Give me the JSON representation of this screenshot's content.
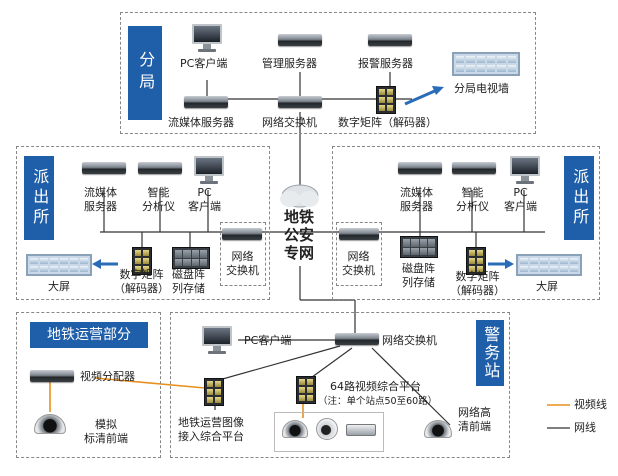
{
  "colors": {
    "section_label_bg": "#1f5ea8",
    "video_line": "#e8901e",
    "net_line": "#333333",
    "arrow": "#2a6cb8"
  },
  "branch": {
    "label": "分局",
    "pc": "PC客户端",
    "mgmt_server": "管理服务器",
    "alarm_server": "报警服务器",
    "tv_wall": "分局电视墙",
    "media_server": "流媒体服务器",
    "switch": "网络交换机",
    "matrix": "数字矩阵（解码器）"
  },
  "police_left": {
    "label": "派出所",
    "media_server": "流媒体\n服务器",
    "analyzer": "智能\n分析仪",
    "pc": "PC\n客户端",
    "switch": "网络\n交换机",
    "matrix": "数字矩阵\n（解码器）",
    "disk": "磁盘阵\n列存储",
    "screen": "大屏"
  },
  "police_right": {
    "label": "派出所",
    "media_server": "流媒体\n服务器",
    "analyzer": "智能\n分析仪",
    "pc": "PC\n客户端",
    "switch": "网络\n交换机",
    "matrix": "数字矩阵\n（解码器）",
    "disk": "磁盘阵\n列存储",
    "screen": "大屏"
  },
  "cloud": {
    "label": "地铁\n公安\n专网"
  },
  "metro": {
    "label": "地铁运营部分",
    "distributor": "视频分配器",
    "analog": "模拟\n标清前端",
    "platform": "地铁运营图像\n接入综合平台"
  },
  "station": {
    "label": "警务站",
    "pc": "PC客户端",
    "switch": "网络交换机",
    "platform": "64路视频综合平台",
    "note": "（注：单个站点50至60路）",
    "hd": "网络高\n清前端"
  },
  "legend": {
    "video": "视频线",
    "network": "网线"
  }
}
